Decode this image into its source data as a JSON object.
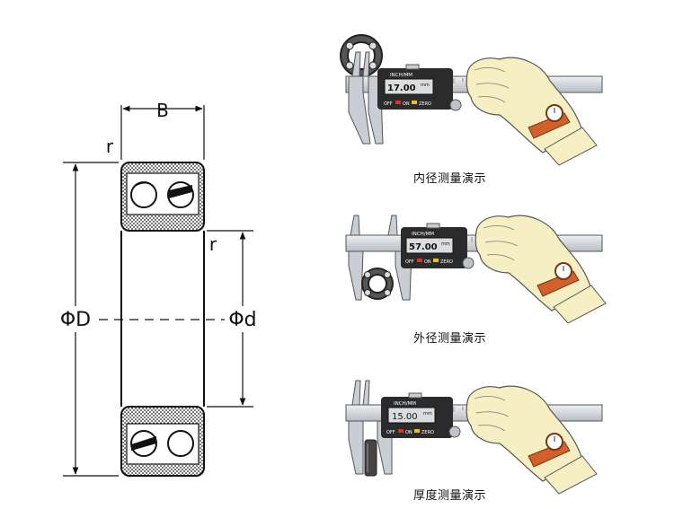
{
  "bearing": {
    "width_label": "B",
    "radius_label_top": "r",
    "radius_label_mid": "r",
    "outer_diameter_label": "ΦD",
    "inner_diameter_label": "Φd"
  },
  "demos": [
    {
      "caption": "内径测量演示",
      "readout_value": "17.00",
      "readout_unit": "mm",
      "header": "INCH/MM",
      "buttons": [
        "OFF",
        "ON",
        "ZERO"
      ]
    },
    {
      "caption": "外径测量演示",
      "readout_value": "57.00",
      "readout_unit": "mm",
      "header": "INCH/MM",
      "buttons": [
        "OFF",
        "ON",
        "ZERO"
      ]
    },
    {
      "caption": "厚度测量演示",
      "readout_value": "15.00",
      "readout_unit": "mm",
      "header": "INCH/MM",
      "buttons": [
        "OFF",
        "ON",
        "ZERO"
      ]
    }
  ],
  "colors": {
    "hatch": "#222222",
    "caliper_body": "#c9ced4",
    "caliper_dark": "#2b2b2b",
    "lcd": "#d9dde0",
    "glove": "#f6efc3",
    "watch_strap": "#d2602a",
    "off_red": "#e0302a",
    "zero_yellow": "#e7c21c"
  }
}
